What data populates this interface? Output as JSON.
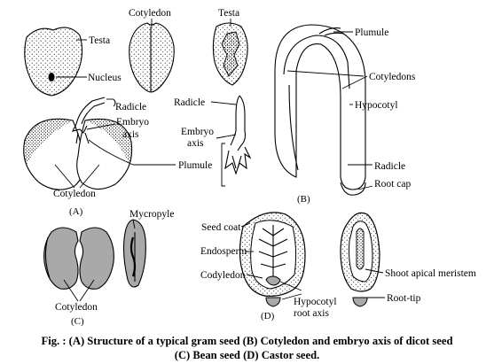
{
  "labels": {
    "testa_a": "Testa",
    "nucleus": "Nucleus",
    "cotyledon_top": "Cotyledon",
    "testa_top": "Testa",
    "radicle_a": "Radicle",
    "embryo_axis_a": "Embryo",
    "embryo_axis_a2": "axis",
    "cotyledon_a": "Cotyledon",
    "panel_a": "(A)",
    "radicle_mid": "Radicle",
    "embryo_axis_mid": "Embryo",
    "embryo_axis_mid2": "axis",
    "plumule_mid": "Plumule",
    "plumule_b": "Plumule",
    "cotyledons_b": "Cotyledons",
    "hypocotyl_b": "Hypocotyl",
    "radicle_b": "Radicle",
    "root_cap_b": "Root cap",
    "panel_b": "(B)",
    "mycropyle": "Mycropyle",
    "cotyledon_c": "Cotyledon",
    "panel_c": "(C)",
    "seed_coat": "Seed coat",
    "endosperm": "Endosperm",
    "codyledon": "Codyledon",
    "hypocotyl_d": "Hypocotyl",
    "root_axis_d": "root axis",
    "panel_d": "(D)",
    "shoot_apical": "Shoot apical meristem",
    "root_tip": "Root-tip"
  },
  "caption": {
    "line1": "Fig. : (A) Structure of a typical gram seed (B) Cotyledon and embryo axis of dicot seed",
    "line2": "(C) Bean seed (D) Castor seed."
  },
  "colors": {
    "ink": "#000000",
    "fill_grey": "#a9a9a9",
    "fill_light": "#d4d4d4",
    "paper": "#ffffff"
  }
}
